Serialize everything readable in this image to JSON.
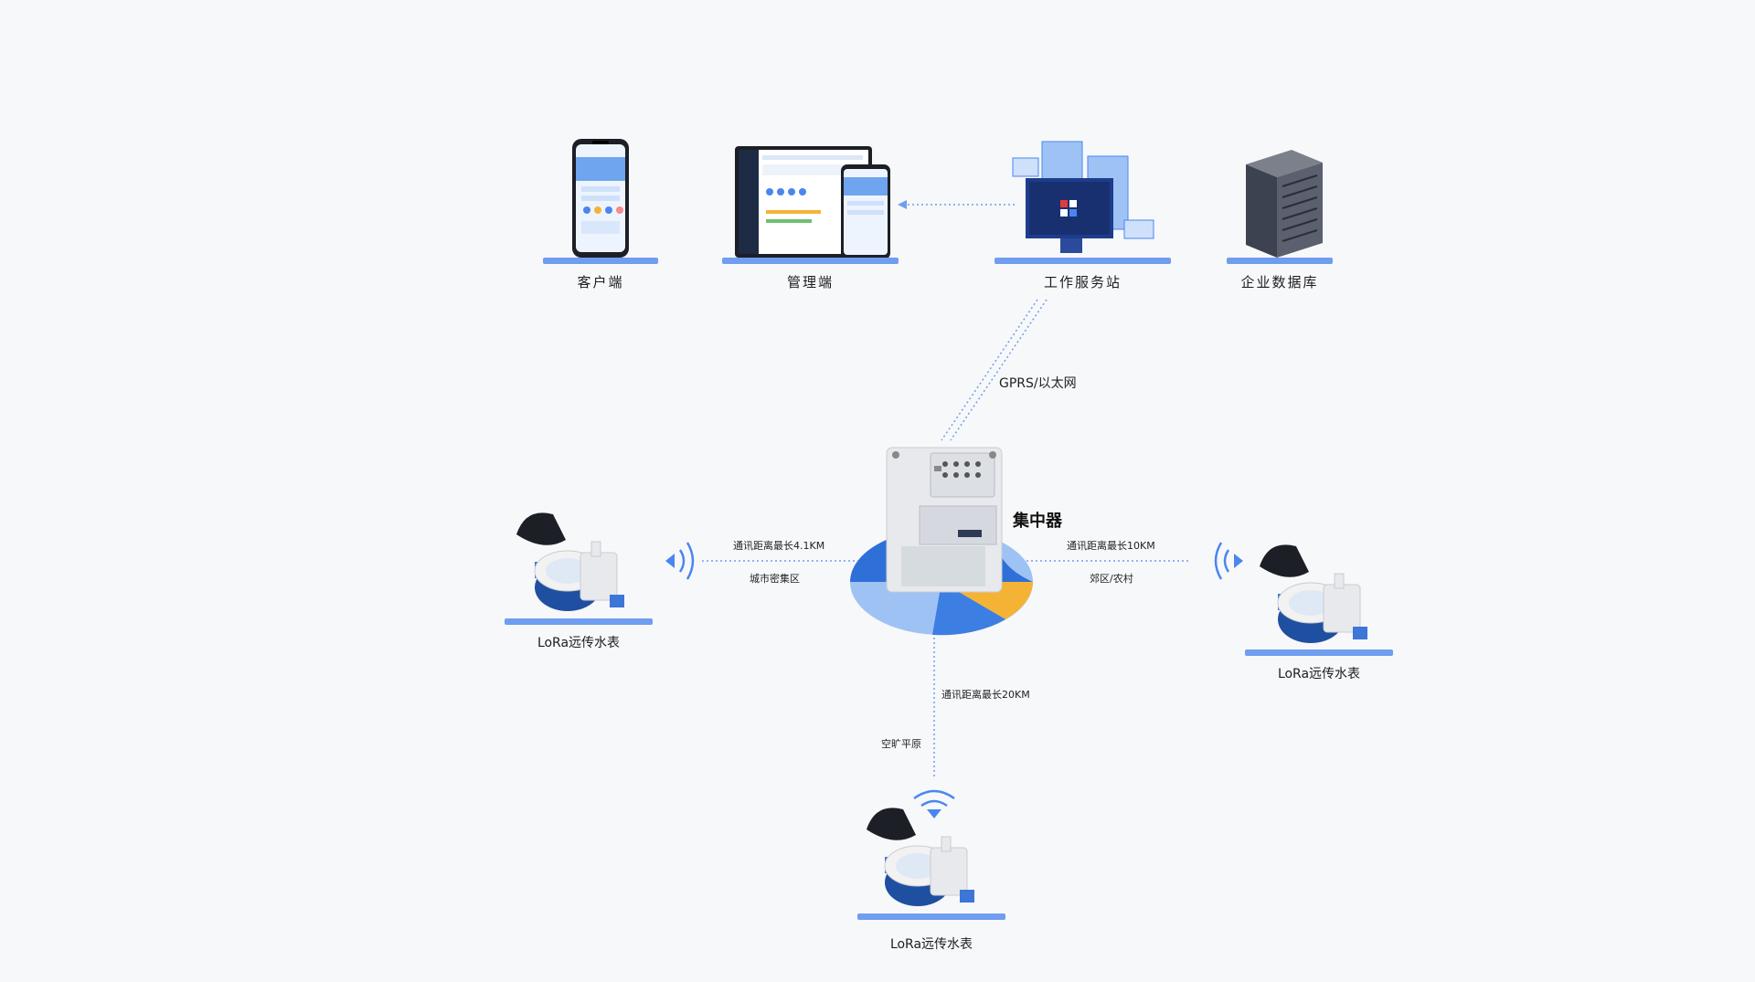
{
  "top_nodes": {
    "client": "客户端",
    "admin": "管理端",
    "workstation": "工作服务站",
    "database": "企业数据库"
  },
  "network_label": "GPRS/以太网",
  "concentrator": {
    "label": "集中器"
  },
  "links": {
    "left": {
      "distance": "通讯距离最长4.1KM",
      "area": "城市密集区"
    },
    "right": {
      "distance": "通讯距离最长10KM",
      "area": "郊区/农村"
    },
    "bottom": {
      "distance": "通讯距离最长20KM",
      "area": "空旷平原"
    }
  },
  "meters": {
    "left": "LoRa远传水表",
    "right": "LoRa远传水表",
    "bottom": "LoRa远传水表"
  },
  "colors": {
    "accent": "#4a86f0",
    "bar": "#6f9df0",
    "pie_blue": "#2f6fd8",
    "pie_light": "#9fc2f4",
    "pie_orange": "#f5b335"
  }
}
